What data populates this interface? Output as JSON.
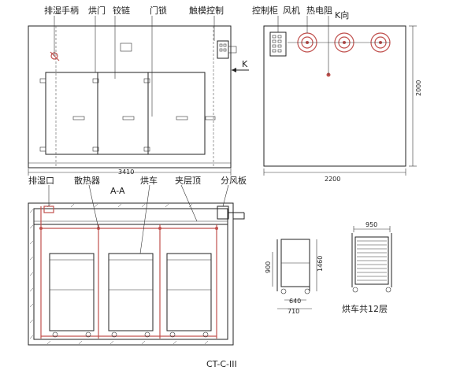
{
  "labels": {
    "paishi_shoubing": "排湿手柄",
    "hongmen": "烘门",
    "jiaolian": "铰链",
    "mensuo": "门锁",
    "chumo_kongzhi": "触模控制",
    "kongzhigui": "控制柜",
    "fengji": "风机",
    "redianzu": "热电阻",
    "k_xiang": "K向",
    "k_mark": "K",
    "paishi_kou": "排湿口",
    "sanreqi": "散热器",
    "section": "A-A",
    "hongche": "烘车",
    "jiacengding": "夹层顶",
    "fenfengban": "分风板",
    "hongche_12": "烘车共12层",
    "model": "CT-C-III"
  },
  "dimensions": {
    "front_width": "3410",
    "side_width": "2200",
    "side_height": "2000",
    "cart_height_outer": "1460",
    "cart_height_inner": "900",
    "cart_width_inner": "640",
    "cart_width_outer": "710",
    "rack_width": "950"
  },
  "colors": {
    "line": "#222222",
    "accent_red": "#c0504d",
    "background": "#ffffff"
  }
}
